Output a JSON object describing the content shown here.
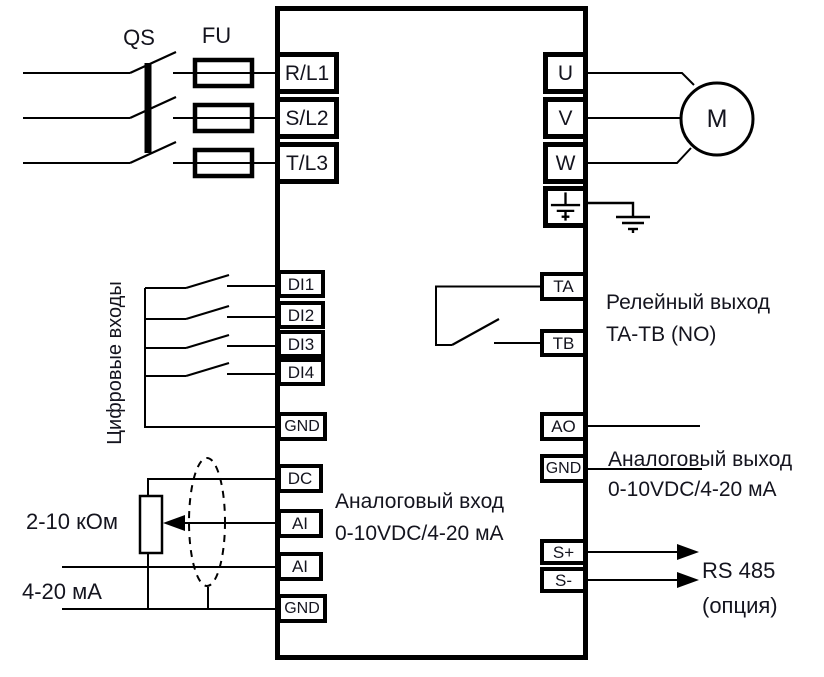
{
  "diagram": {
    "colors": {
      "line": "#000000",
      "text": "#14141e",
      "background": "#ffffff"
    },
    "source": {
      "disconnect_switch_label": "QS",
      "fuse_label": "FU"
    },
    "inverter": {
      "power_input_terminals": [
        "R/L1",
        "S/L2",
        "T/L3"
      ],
      "digital_input_terminals": [
        "DI1",
        "DI2",
        "DI3",
        "DI4"
      ],
      "digital_common_terminal": "GND",
      "analog_input_terminals": [
        "DC",
        "AI",
        "AI",
        "GND"
      ],
      "motor_output_terminals": [
        "U",
        "V",
        "W"
      ],
      "relay_terminals": [
        "TA",
        "TB"
      ],
      "analog_output_terminals": [
        "AO",
        "GND"
      ],
      "comm_terminals": [
        "S+",
        "S-"
      ]
    },
    "annotations": {
      "digital_inputs_group": "Цифровые входы",
      "potentiometer_range": "2-10 кОм",
      "current_loop_range": "4-20 мА",
      "analog_input": [
        "Аналоговый вход",
        "0-10VDC/4-20 мА"
      ],
      "relay_output": [
        "Релейный выход",
        "TA-TB (NO)"
      ],
      "analog_output": [
        "Аналоговый выход",
        "0-10VDC/4-20 мА"
      ],
      "rs485": [
        "RS 485",
        "(опция)"
      ],
      "motor": "M"
    }
  }
}
